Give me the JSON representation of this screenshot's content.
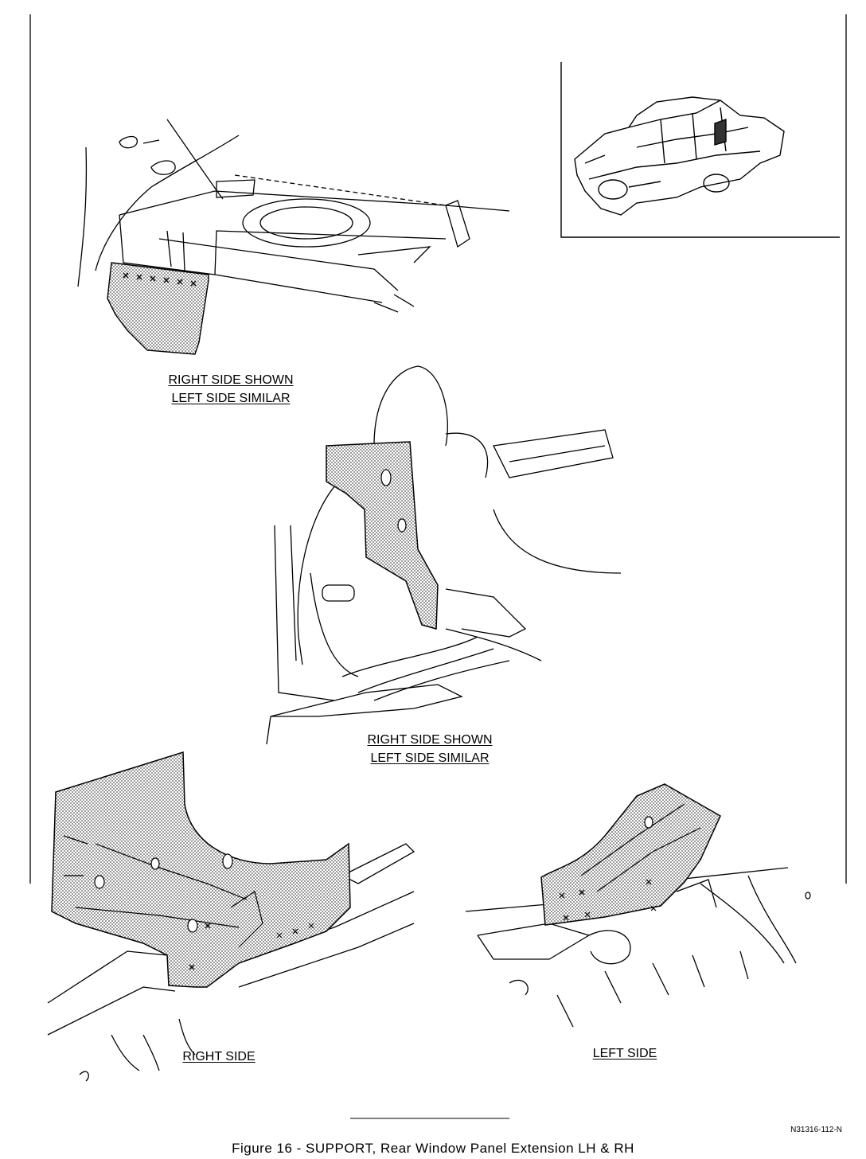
{
  "labels": {
    "top_line1": "RIGHT SIDE SHOWN",
    "top_line2": "LEFT SIDE SIMILAR",
    "mid_line1": "RIGHT SIDE SHOWN",
    "mid_line2": "LEFT SIDE SIMILAR",
    "bottom_right_side": "RIGHT SIDE",
    "bottom_left_side": "LEFT SIDE"
  },
  "figure_code": "N31316-112-N",
  "caption": "Figure 16 - SUPPORT, Rear Window Panel Extension LH & RH"
}
